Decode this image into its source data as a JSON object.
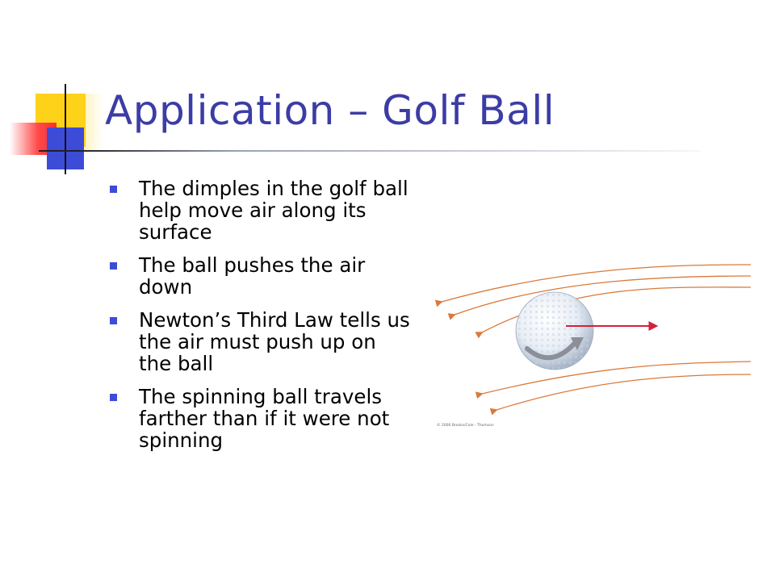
{
  "slide": {
    "title": "Application – Golf Ball",
    "bullets": [
      "The dimples in the golf ball help move air along its surface",
      "The ball pushes the air down",
      "Newton’s Third Law tells us the air must push up on the ball",
      "The spinning ball travels farther than if it were not spinning"
    ]
  },
  "figure": {
    "credit": "© 2006 Brooks/Cole - Thomson",
    "colors": {
      "airflow": "#d97a3a",
      "velocity_arrow": "#d4203a",
      "spin_arrow": "#8a8f99",
      "ball": "#e8eef6"
    }
  },
  "colors": {
    "title": "#3c3ca6",
    "bullet_marker": "#3d4cd6",
    "accent_yellow": "#ffd21a",
    "accent_red": "#ff2e2e",
    "accent_blue": "#3d4cd6"
  }
}
